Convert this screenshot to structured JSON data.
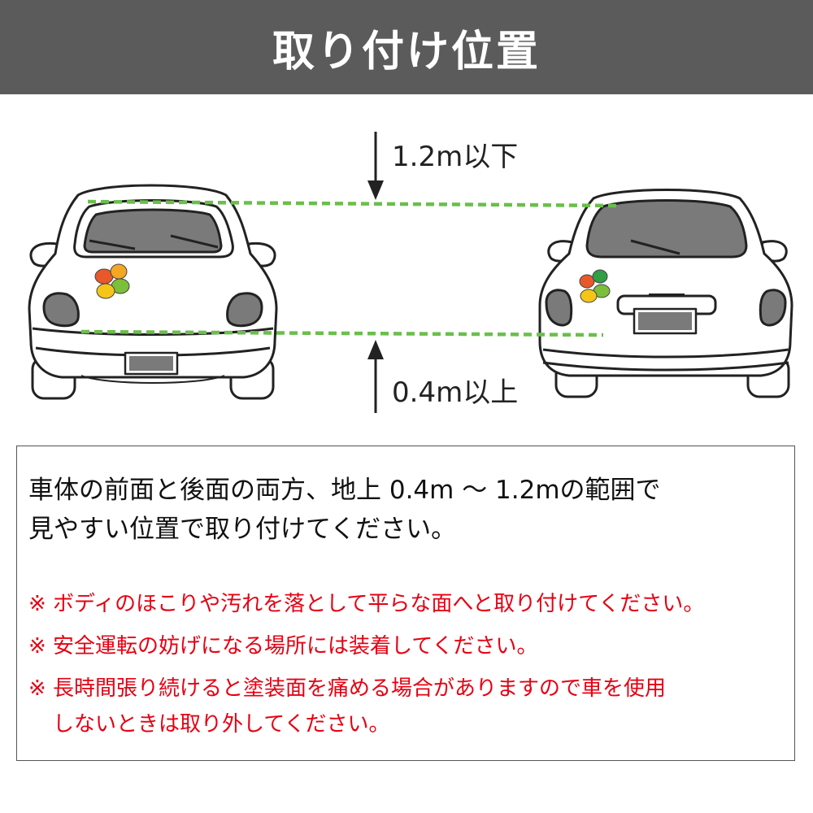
{
  "header": {
    "title": "取り付け位置"
  },
  "diagram": {
    "upper_label": "1.2m以下",
    "lower_label": "0.4m以上",
    "guide_color": "#6abf4b",
    "logo_colors": [
      "#e8582a",
      "#f5a623",
      "#7bbf3a",
      "#2f9e44"
    ]
  },
  "info": {
    "main_line1": "車体の前面と後面の両方、地上 0.4m 〜 1.2mの範囲で",
    "main_line2": "見やすい位置で取り付けてください。",
    "notes": [
      {
        "mark": "※",
        "text": "ボディのほこりや汚れを落として平らな面へと取り付けてください。"
      },
      {
        "mark": "※",
        "text": "安全運転の妨げになる場所には装着してください。"
      },
      {
        "mark": "※",
        "text": "長時間張り続けると塗装面を痛める場合がありますので車を使用",
        "cont": "しないときは取り外してください。"
      }
    ]
  }
}
